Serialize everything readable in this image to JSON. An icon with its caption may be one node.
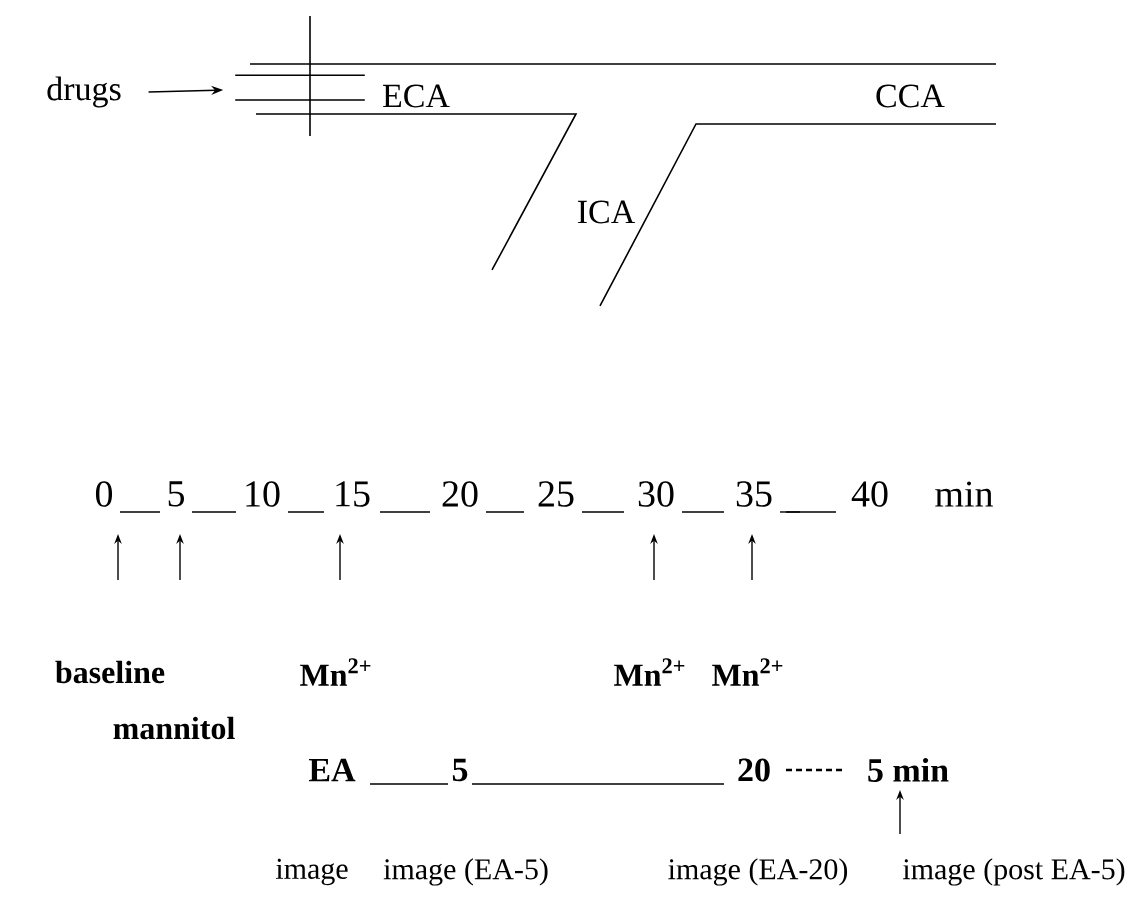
{
  "diagram": {
    "nodes": [
      {
        "text": [
          "drugs"
        ]
      },
      {
        "text": [],
        "shape": "tube"
      }
    ],
    "edges": [
      {
        "from": 0,
        "to": 1,
        "arrow": "to"
      }
    ],
    "labels": [
      "ECA",
      "CCA",
      "ICA",
      "0",
      "5",
      "10",
      "15",
      "20",
      "25",
      "30",
      "35",
      "40",
      "min",
      "baseline",
      "Mn$^{2+}$",
      "Mn$^{2+}$",
      "Mn$^{2+}$",
      "mannitol",
      "EA",
      "5",
      "20",
      "5 min",
      "image",
      "image (EA-5)",
      "image (EA-20)",
      "image (post EA-5)"
    ]
  }
}
